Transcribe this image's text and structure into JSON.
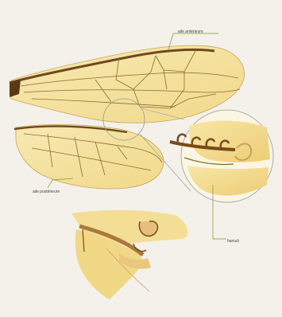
{
  "labels": {
    "front_wing": "aile antérieure",
    "hind_wing": "aile postérieure",
    "hooks": "hamuli"
  },
  "colors": {
    "background": "#f3f1ea",
    "wing_fill": "#f4e3a1",
    "wing_edge": "#c9a45a",
    "vein": "#8c6a2a",
    "leader_line": "#7a9a2a",
    "hook": "#7a4a1a"
  }
}
